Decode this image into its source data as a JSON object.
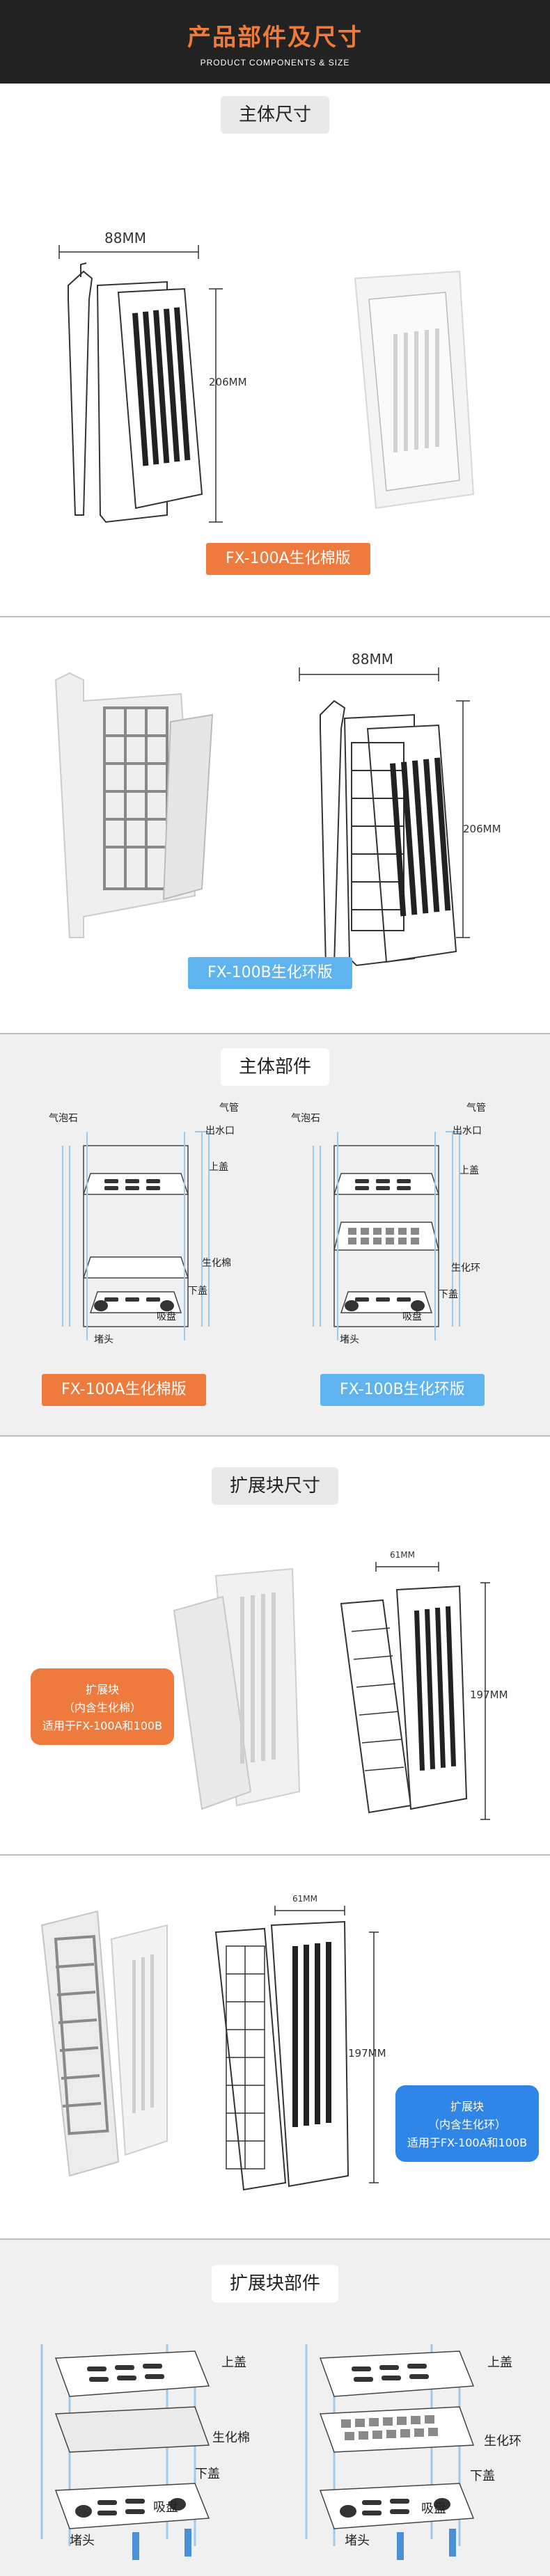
{
  "header": {
    "title": "产品部件及尺寸",
    "subtitle": "PRODUCT COMPONENTS & SIZE"
  },
  "section1": {
    "heading": "主体尺寸",
    "width_label": "88MM",
    "height_label": "206MM",
    "model_tag": "FX-100A生化棉版"
  },
  "section2": {
    "width_label": "88MM",
    "height_label": "206MM",
    "model_tag": "FX-100B生化环版"
  },
  "section3": {
    "heading": "主体部件",
    "left": {
      "labels": {
        "air_stone": "气泡石",
        "air_tube": "气管",
        "outlet": "出水口",
        "top_cover": "上盖",
        "media": "生化棉",
        "bottom_cover": "下盖",
        "suction_cup": "吸盘",
        "plug": "堵头"
      },
      "model_tag": "FX-100A生化棉版"
    },
    "right": {
      "labels": {
        "air_stone": "气泡石",
        "air_tube": "气管",
        "outlet": "出水口",
        "top_cover": "上盖",
        "media": "生化环",
        "bottom_cover": "下盖",
        "suction_cup": "吸盘",
        "plug": "堵头"
      },
      "model_tag": "FX-100B生化环版"
    }
  },
  "section4": {
    "heading": "扩展块尺寸",
    "width_label": "61MM",
    "height_label": "197MM",
    "info_box": {
      "line1": "扩展块",
      "line2": "（内含生化棉）",
      "line3": "适用于FX-100A和100B"
    }
  },
  "section5": {
    "width_label": "61MM",
    "height_label": "197MM",
    "info_box": {
      "line1": "扩展块",
      "line2": "（内含生化环）",
      "line3": "适用于FX-100A和100B"
    }
  },
  "section6": {
    "heading": "扩展块部件",
    "left_labels": {
      "top_cover": "上盖",
      "media": "生化棉",
      "bottom_cover": "下盖",
      "suction_cup": "吸盘",
      "plug": "堵头"
    },
    "right_labels": {
      "top_cover": "上盖",
      "media": "生化环",
      "bottom_cover": "下盖",
      "suction_cup": "吸盘",
      "plug": "堵头"
    }
  },
  "colors": {
    "header_bg": "#222222",
    "title_orange": "#f07a3a",
    "tag_orange": "#ee7a3e",
    "tag_blue": "#5fb3ef",
    "box_blue": "#2f86e6",
    "gray_bg": "#f0f0f0"
  }
}
